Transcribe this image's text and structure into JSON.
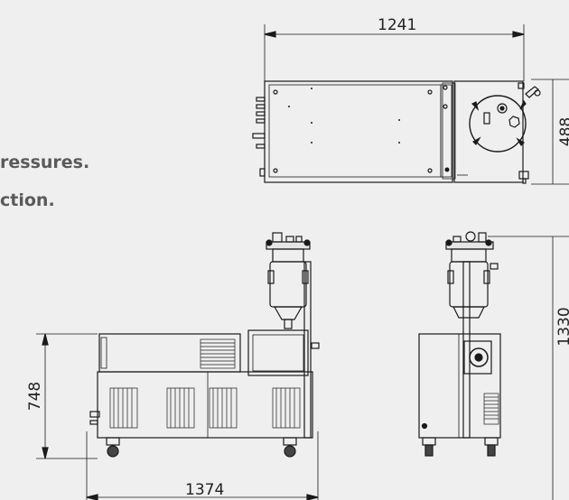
{
  "text_fragments": [
    "ressures.",
    "ction."
  ],
  "dimensions": {
    "top_width": "1241",
    "top_depth": "488",
    "front_height": "748",
    "front_width": "1374",
    "side_height": "1330"
  },
  "colors": {
    "background": "#efefef",
    "line": "#1a1a1a",
    "text": "#5a5a5a"
  }
}
